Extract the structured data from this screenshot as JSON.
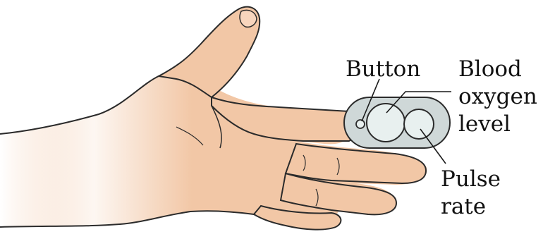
{
  "labels": {
    "button": "Button",
    "blood_oxygen_line1": "Blood",
    "blood_oxygen_line2": "oxygen",
    "blood_oxygen_line3": "level",
    "pulse_line1": "Pulse",
    "pulse_line2": "rate"
  },
  "colors": {
    "skin": "#f2c7a6",
    "skin_shadow": "#e3ad8b",
    "outline": "#2b2b2b",
    "device_body": "#cfd8d8",
    "device_screen": "#e8f0ef",
    "leader_line": "#1a1a1a"
  }
}
